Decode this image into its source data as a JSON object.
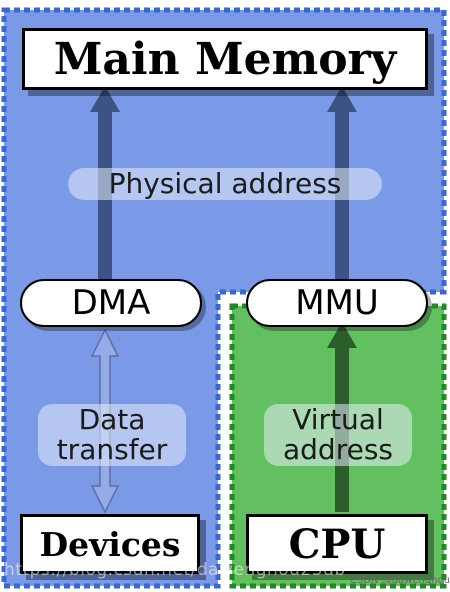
{
  "diagram": {
    "main_memory": "Main Memory",
    "dma": "DMA",
    "mmu": "MMU",
    "devices": "Devices",
    "cpu": "CPU",
    "physical_address": "Physical address",
    "data_transfer": [
      "Data",
      "transfer"
    ],
    "virtual_address": [
      "Virtual",
      "address"
    ]
  },
  "watermark": {
    "url_overlay": "https://blog.csdn.net/dawenghou23db",
    "csdn_tag": "CSDN @dawenghou"
  },
  "colors": {
    "blue_region": "#7a99e6",
    "blue_border": "#3a67d8",
    "green_region": "#63c060",
    "green_border": "#1f8a1f",
    "arrow": "#3a4f80"
  }
}
